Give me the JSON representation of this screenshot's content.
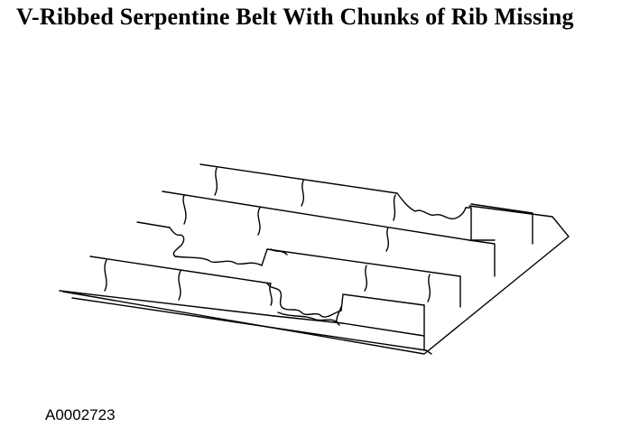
{
  "title": "V-Ribbed Serpentine Belt With Chunks of Rib Missing",
  "figure_code": "A0002723",
  "colors": {
    "ink": "#000000",
    "background": "#ffffff"
  },
  "illustration": "v-ribbed-belt-damaged-ribs"
}
